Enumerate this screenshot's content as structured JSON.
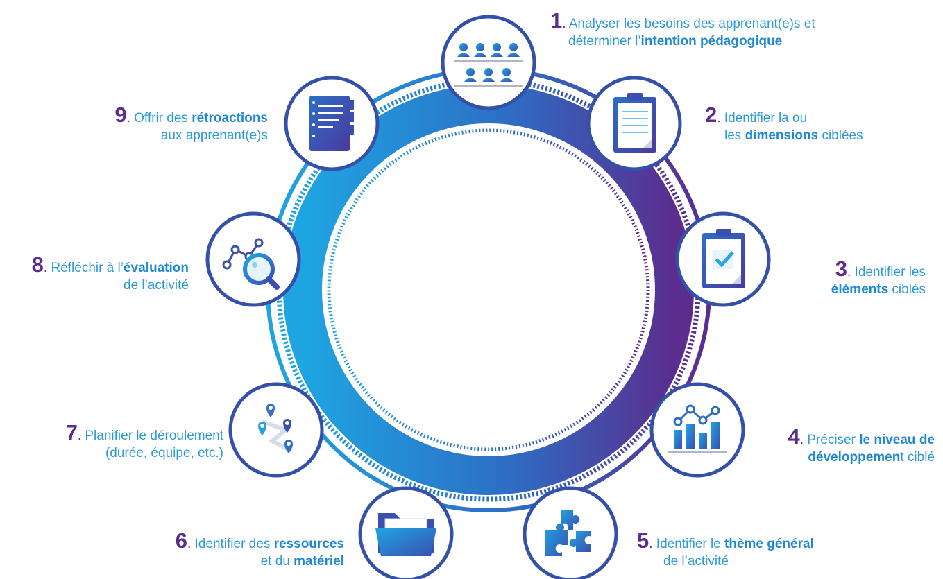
{
  "colors": {
    "cyan": "#1fa5e2",
    "blue": "#2d6ec4",
    "purple": "#5b2d8e",
    "text": "#2d9ad8"
  },
  "steps": [
    {
      "number": "1",
      "dot": ".",
      "line1_pre": " Analyser les besoins des apprenant(e)s et",
      "line2_pre": "déterminer l’",
      "line2_bold": "intention pédagogique",
      "line2_post": "",
      "icon": "classroom-audience-icon"
    },
    {
      "number": "2",
      "dot": ".",
      "line1_pre": " Identifier la ou",
      "line2_pre": "les ",
      "line2_bold": "dimensions",
      "line2_post": " ciblées",
      "icon": "clipboard-list-icon"
    },
    {
      "number": "3",
      "dot": ".",
      "line1_pre": " Identifier les",
      "line2_pre": "",
      "line2_bold": "éléments",
      "line2_post": " ciblés",
      "icon": "clipboard-check-icon"
    },
    {
      "number": "4",
      "dot": ".",
      "line1_pre": " Préciser ",
      "line1_bold": "le niveau de",
      "line2_pre": "",
      "line2_bold": "développemen",
      "line2_post": "t ciblé",
      "icon": "bar-chart-icon"
    },
    {
      "number": "5",
      "dot": ".",
      "line1_pre": " Identifier le ",
      "line1_bold": "thème général",
      "line2_pre": "de l’activité",
      "line2_bold": "",
      "line2_post": "",
      "icon": "puzzle-pieces-icon"
    },
    {
      "number": "6",
      "dot": ".",
      "line1_pre": " Identifier des ",
      "line1_bold": "ressources",
      "line2_pre": "et du ",
      "line2_bold": "matériel",
      "line2_post": "",
      "icon": "folder-icon"
    },
    {
      "number": "7",
      "dot": ".",
      "line1_pre": " Planifier le déroulement",
      "line2_pre": "(durée, équipe, etc.)",
      "line2_bold": "",
      "line2_post": "",
      "icon": "map-pins-route-icon"
    },
    {
      "number": "8",
      "dot": ".",
      "line1_pre": " Réfléchir à l’",
      "line1_bold": "évaluation",
      "line2_pre": "de l’activité",
      "line2_bold": "",
      "line2_post": "",
      "icon": "magnifier-graph-icon"
    },
    {
      "number": "9",
      "dot": ".",
      "line1_pre": " Offrir des ",
      "line1_bold": "rétroactions",
      "line2_pre": "aux apprenant(e)s",
      "line2_bold": "",
      "line2_post": "",
      "icon": "notebook-icon"
    }
  ]
}
